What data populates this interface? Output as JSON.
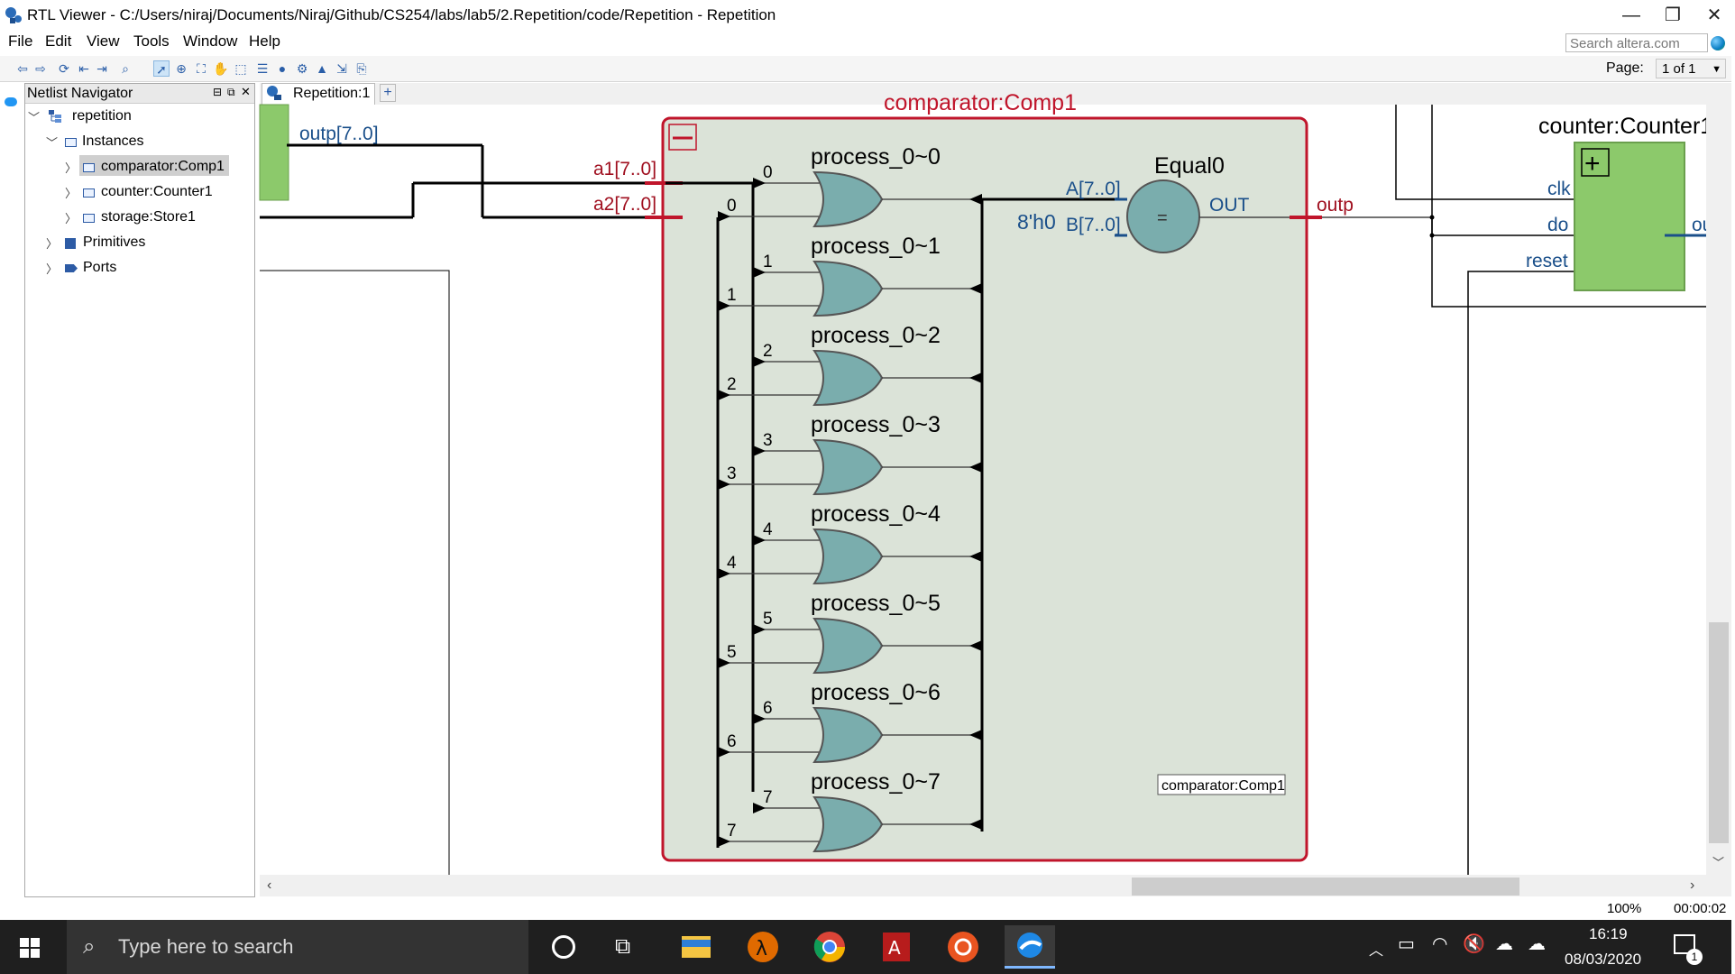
{
  "window": {
    "title": "RTL Viewer - C:/Users/niraj/Documents/Niraj/Github/CS254/labs/lab5/2.Repetition/code/Repetition - Repetition",
    "controls": [
      "—",
      "❐",
      "✕"
    ]
  },
  "menu": [
    "File",
    "Edit",
    "View",
    "Tools",
    "Window",
    "Help"
  ],
  "search": {
    "placeholder": "Search altera.com"
  },
  "pager": {
    "label": "Page:",
    "value": "1 of 1"
  },
  "navigator": {
    "title": "Netlist Navigator",
    "root": "repetition",
    "instances_label": "Instances",
    "instances": [
      "comparator:Comp1",
      "counter:Counter1",
      "storage:Store1"
    ],
    "selected": "comparator:Comp1",
    "primitives": "Primitives",
    "ports": "Ports"
  },
  "tab": {
    "label": "Repetition:1",
    "add": "+"
  },
  "schematic": {
    "top_signal": "outp[7..0]",
    "comparator_title": "comparator:Comp1",
    "comparator_tag": "comparator:Comp1",
    "in_a": "a1[7..0]",
    "in_b": "a2[7..0]",
    "gates": [
      {
        "name": "process_0~0",
        "a": "0",
        "b": "0"
      },
      {
        "name": "process_0~1",
        "a": "1",
        "b": "1"
      },
      {
        "name": "process_0~2",
        "a": "2",
        "b": "2"
      },
      {
        "name": "process_0~3",
        "a": "3",
        "b": "3"
      },
      {
        "name": "process_0~4",
        "a": "4",
        "b": "4"
      },
      {
        "name": "process_0~5",
        "a": "5",
        "b": "5"
      },
      {
        "name": "process_0~6",
        "a": "6",
        "b": "6"
      },
      {
        "name": "process_0~7",
        "a": "7",
        "b": "7"
      }
    ],
    "equal": {
      "name": "Equal0",
      "port_a": "A[7..0]",
      "port_b": "B[7..0]",
      "const": "8'h0",
      "symbol": "=",
      "out": "OUT"
    },
    "out_signal": "outp",
    "counter": {
      "title": "counter:Counter1",
      "ports": [
        "clk",
        "do",
        "reset"
      ],
      "out": "ou",
      "expand": "+"
    }
  },
  "status": {
    "zoom": "100%",
    "time": "00:00:02"
  },
  "taskbar": {
    "search_placeholder": "Type here to search",
    "time": "16:19",
    "date": "08/03/2020",
    "notifications": "1"
  }
}
